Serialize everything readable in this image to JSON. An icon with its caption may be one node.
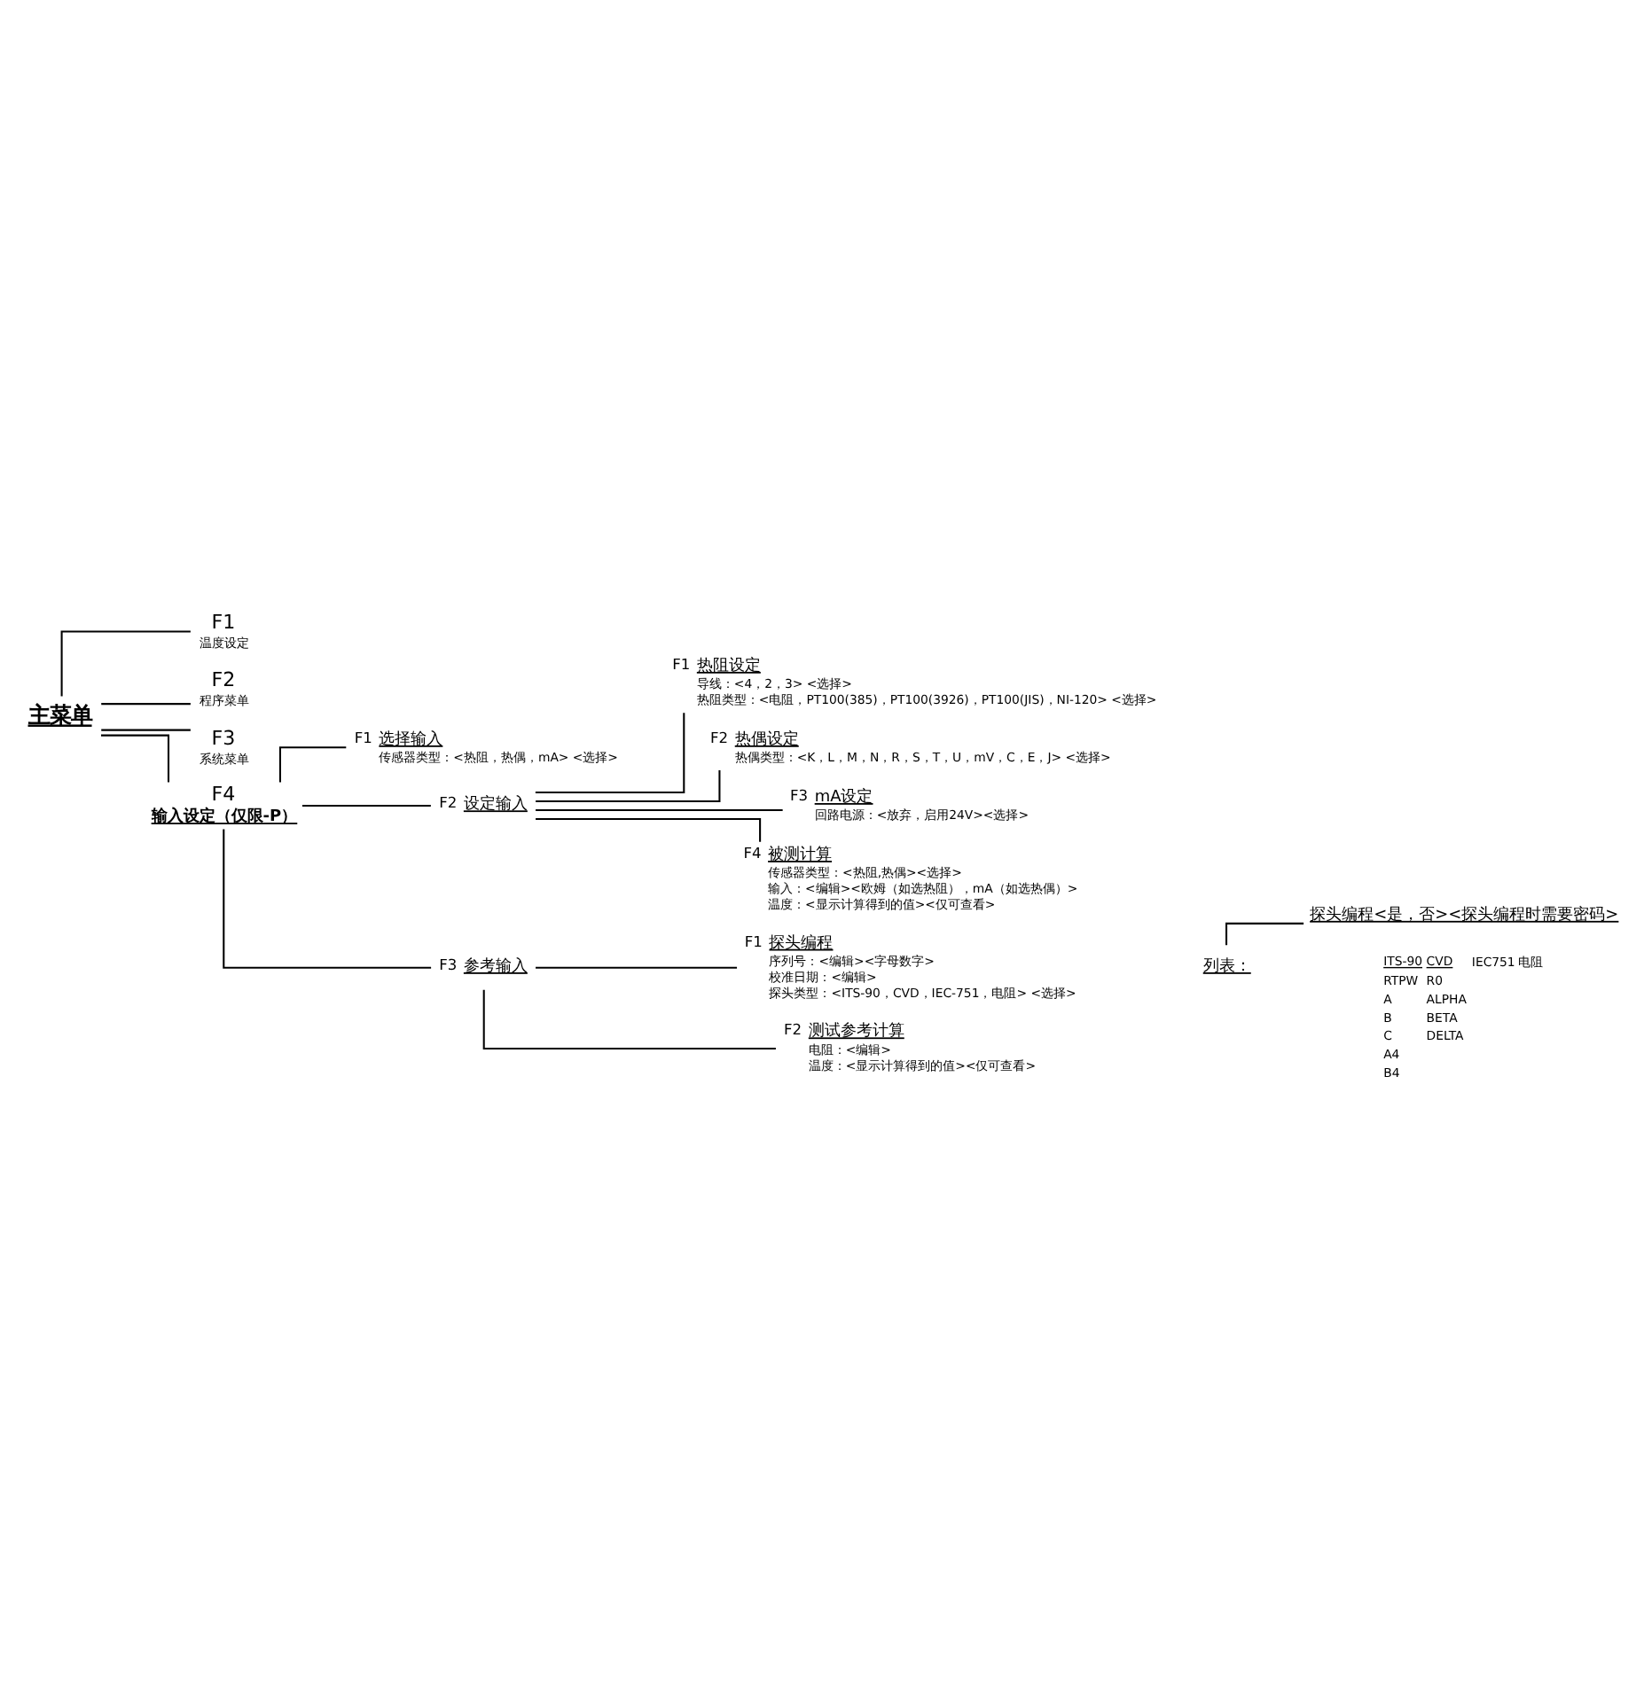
{
  "diagram": {
    "nodes": [
      {
        "text": [
          "主菜单"
        ]
      },
      {
        "text": [
          "F1",
          "温度设定"
        ]
      },
      {
        "text": [
          "F2",
          "程序菜单"
        ]
      },
      {
        "text": [
          "F3",
          "系统菜单"
        ]
      },
      {
        "text": [
          "F4",
          "输入设定（仅限-P）"
        ]
      },
      {
        "text": [
          "选择输入",
          "传感器类型：<热阻，热偶，mA> <选择>"
        ],
        "beside": [
          "F1"
        ]
      },
      {
        "text": [
          "设定输入"
        ],
        "beside": [
          "F2"
        ]
      },
      {
        "text": [
          "热阻设定",
          "导线：<4，2，3> <选择>",
          "热阻类型：<电阻，PT100(385)，PT100(3926)，PT100(JIS)，NI-120> <选择>"
        ],
        "beside": [
          "F1"
        ]
      },
      {
        "text": [
          "热偶设定",
          "热偶类型：<K，L，M，N，R，S，T，U，mV，C，E，J> <选择>"
        ],
        "beside": [
          "F2"
        ]
      },
      {
        "text": [
          "mA设定",
          "回路电源：<放弃，启用24V><选择>"
        ],
        "beside": [
          "F3"
        ]
      },
      {
        "text": [
          "被测计算",
          "传感器类型：<热阻,热偶><选择>",
          "输入：<编辑><欧姆（如选热阻），mA（如选热偶）>",
          "温度：<显示计算得到的值><仅可查看>"
        ],
        "beside": [
          "F4"
        ]
      },
      {
        "text": [
          "参考输入"
        ],
        "beside": [
          "F3"
        ]
      },
      {
        "text": [
          "探头编程",
          "序列号：<编辑><字母数字>",
          "校准日期：<编辑>",
          "探头类型：<ITS-90，CVD，IEC-751，电阻> <选择>"
        ],
        "beside": [
          "F1"
        ]
      },
      {
        "text": [
          "列表："
        ]
      },
      {
        "text": [
          "探头编程<是，否><探头编程时需要密码>"
        ]
      },
      {
        "text": [
          "测试参考计算",
          "电阻：<编辑>",
          "温度：<显示计算得到的值><仅可查看>"
        ],
        "beside": [
          "F2"
        ]
      }
    ],
    "edges": [
      {
        "from": 0,
        "to": 1,
        "arrow": "none"
      },
      {
        "from": 0,
        "to": 2,
        "arrow": "none"
      },
      {
        "from": 0,
        "to": 3,
        "arrow": "none"
      },
      {
        "from": 0,
        "to": 4,
        "arrow": "none"
      },
      {
        "from": 4,
        "to": 5,
        "arrow": "none"
      },
      {
        "from": 4,
        "to": 6,
        "arrow": "none"
      },
      {
        "from": 4,
        "to": 11,
        "arrow": "none"
      },
      {
        "from": 6,
        "to": 7,
        "arrow": "none"
      },
      {
        "from": 6,
        "to": 8,
        "arrow": "none"
      },
      {
        "from": 6,
        "to": 9,
        "arrow": "none"
      },
      {
        "from": 6,
        "to": 10,
        "arrow": "none"
      },
      {
        "from": 11,
        "to": 12,
        "arrow": "none"
      },
      {
        "from": 11,
        "to": 15,
        "arrow": "none"
      },
      {
        "from": 13,
        "to": 14,
        "arrow": "none"
      }
    ],
    "labels": [
      "ITS-90",
      "CVD",
      "IEC751",
      "电阻",
      "RTPW",
      "R0",
      "A",
      "ALPHA",
      "B",
      "BETA",
      "C",
      "DELTA",
      "A4",
      "B4"
    ]
  }
}
